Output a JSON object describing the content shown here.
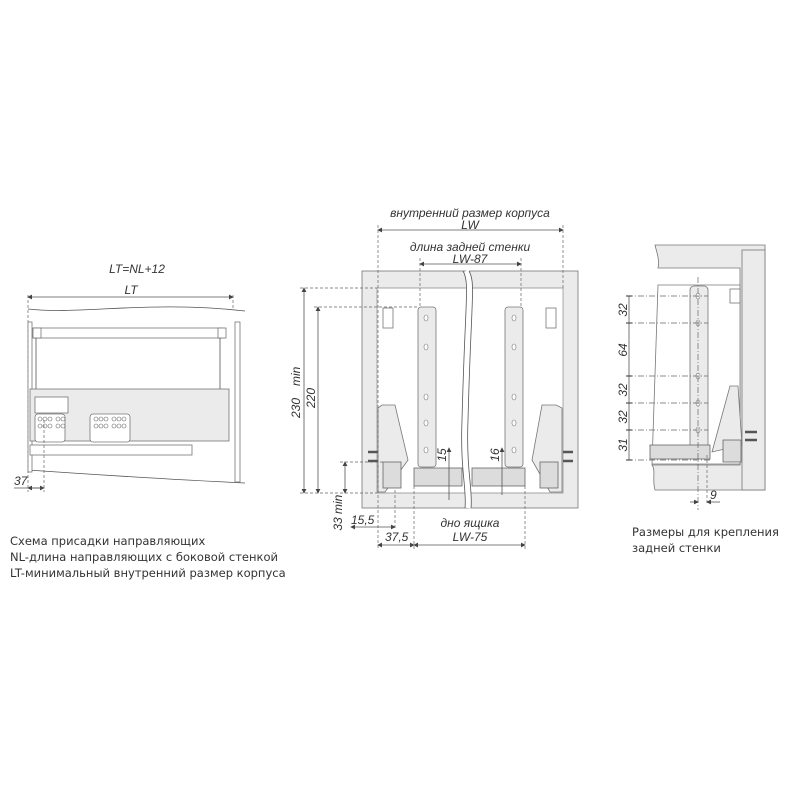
{
  "left_view": {
    "formula": "LT=NL+12",
    "lt_label": "LT",
    "offset_37": "37",
    "captions": [
      "Схема присадки направляющих",
      "NL-длина направляющих с боковой стенкой",
      "LT-минимальный внутренний размер корпуса"
    ]
  },
  "center_view": {
    "inner_size_label": "внутренний размер корпуса",
    "lw": "LW",
    "back_wall_label": "длина задней стенки",
    "lw_87": "LW-87",
    "h_230": "230",
    "min1": "min",
    "h_220": "220",
    "h_33": "33",
    "min2": "min",
    "d_15_5": "15,5",
    "d_37_5": "37,5",
    "d_15": "15",
    "d_16": "16",
    "bottom_label": "дно ящика",
    "lw_75": "LW-75"
  },
  "right_view": {
    "dims": [
      "32",
      "64",
      "32",
      "32",
      "31"
    ],
    "d_9": "9",
    "captions": [
      "Размеры для крепления",
      "задней стенки"
    ]
  }
}
